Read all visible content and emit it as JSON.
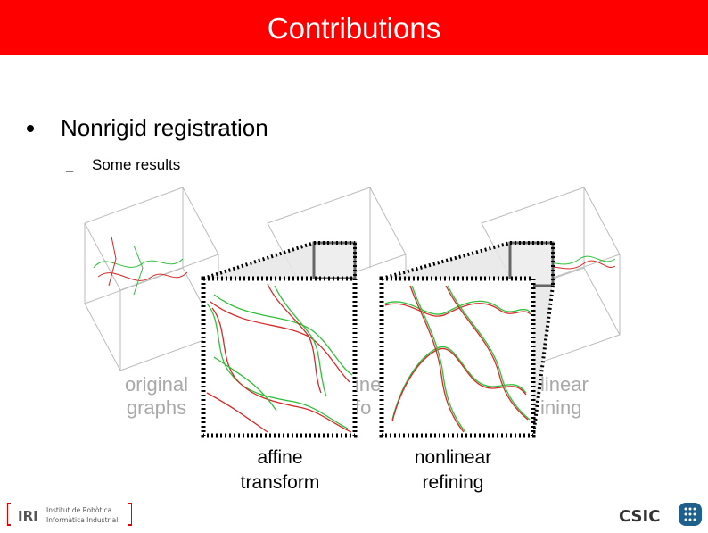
{
  "slide": {
    "title": "Contributions",
    "bullet_1": "Nonrigid registration",
    "sub_bullet_1": "Some results"
  },
  "panels": {
    "original": {
      "line1": "original",
      "line2": "graphs"
    },
    "affine_faded": {
      "line1": "ine",
      "line2": "fo"
    },
    "nonlinear_faded": {
      "line1": "linear",
      "line2": "ining"
    }
  },
  "captions": {
    "affine": {
      "line1": "affine",
      "line2": "transform"
    },
    "nonlinear": {
      "line1": "nonlinear",
      "line2": "refining"
    }
  },
  "footer": {
    "institute_line1": "Institut de Robòtica",
    "institute_line2": "Informàtica Industrial",
    "institute_mark": "IRI",
    "csic": "CSIC"
  },
  "colors": {
    "header": "#ff0000",
    "graph_red": "#d42a2a",
    "graph_green": "#2fbf3a",
    "faded_text": "#a9a9a9"
  }
}
